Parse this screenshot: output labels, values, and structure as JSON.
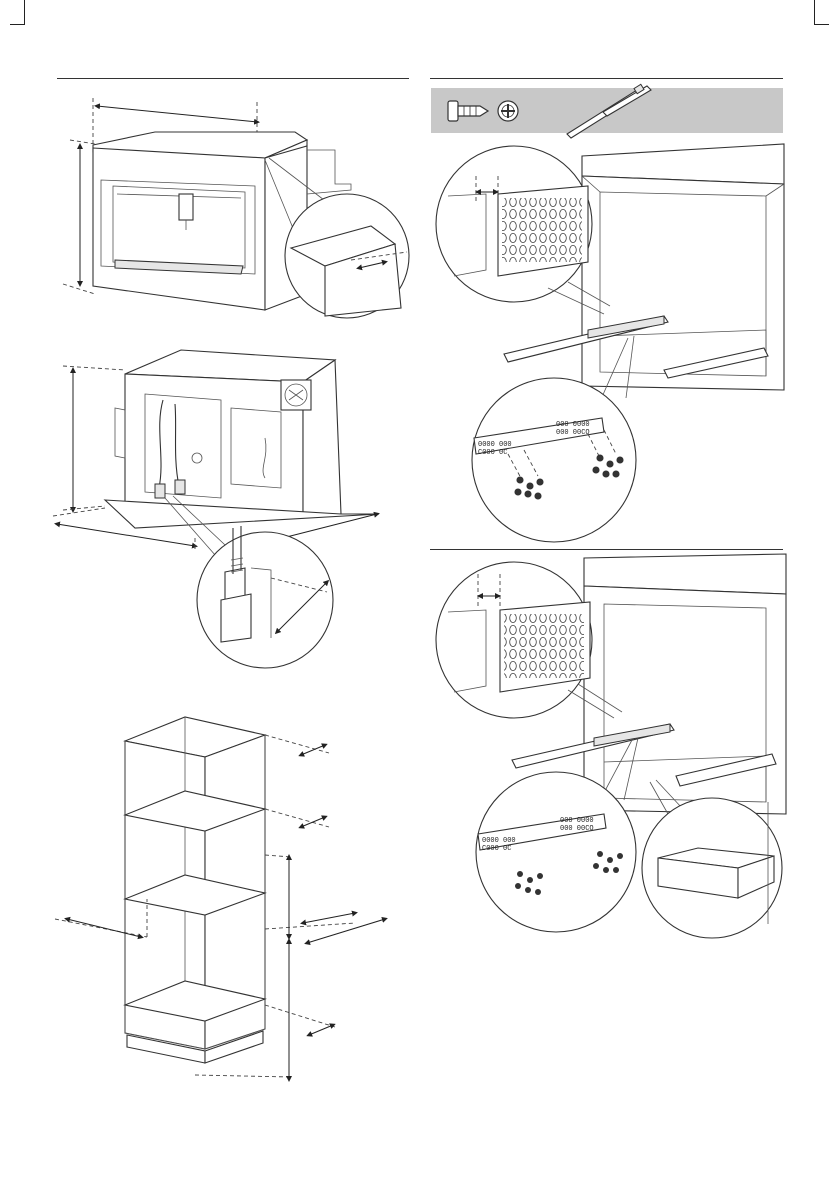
{
  "figures": {
    "fig1": {
      "name": "appliance-front-dimensions"
    },
    "fig2": {
      "name": "appliance-rear-dimensions"
    },
    "fig3": {
      "name": "niche-cabinet-dimensions"
    },
    "fig4": {
      "name": "rail-mounting-step-1"
    },
    "fig5": {
      "name": "rail-mounting-step-2"
    }
  },
  "icons": {
    "screw": "screw-icon",
    "screwdriver_head": "phillips-head-icon",
    "rail": "telescopic-rail-icon"
  },
  "rail_markings": {
    "left_line1": "0000 000",
    "left_line2": "C000 0C",
    "right_line1": "000 0000",
    "right_line2": "000 00CO"
  },
  "colors": {
    "line": "#333333",
    "tool_banner": "#c8c8c8",
    "background": "#ffffff"
  }
}
